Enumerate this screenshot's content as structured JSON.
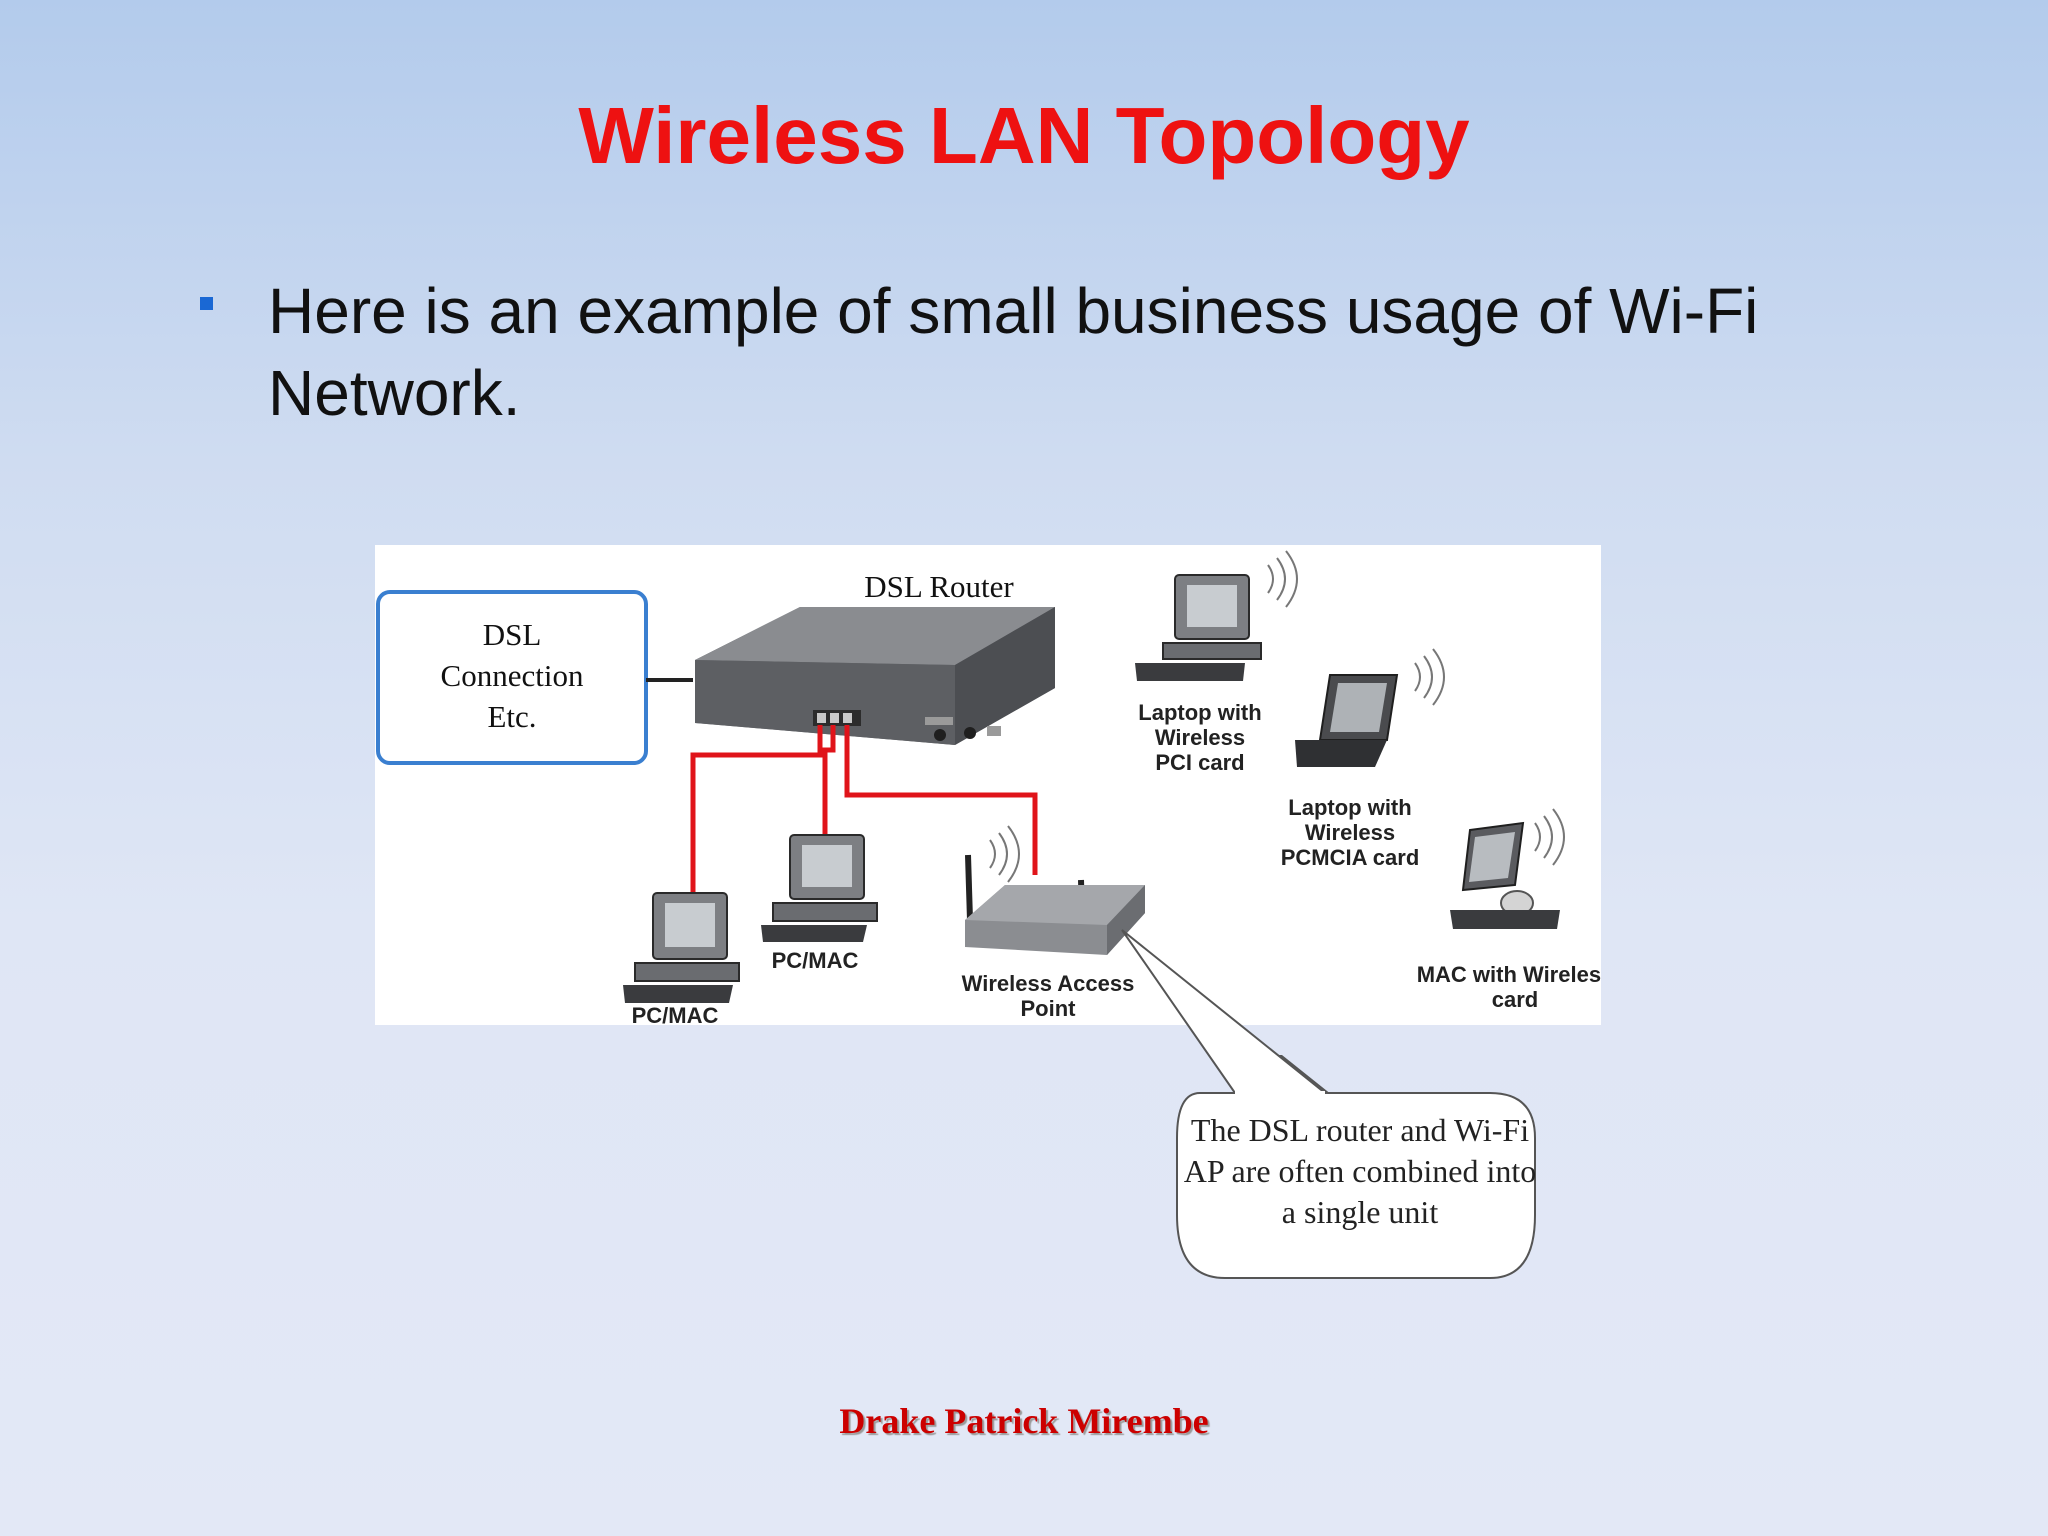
{
  "slide": {
    "title": "Wireless LAN Topology",
    "bullet": "Here is an example of small business usage of Wi-Fi Network.",
    "author": "Drake Patrick Mirembe"
  },
  "diagram": {
    "router_label": "DSL Router",
    "dsl_box": {
      "line1": "DSL",
      "line2": "Connection",
      "line3": "Etc."
    },
    "pc1": {
      "line1": "PC/MAC"
    },
    "pc2": {
      "line1": "PC/MAC"
    },
    "access_point": {
      "line1": "Wireless Access",
      "line2": "Point"
    },
    "laptop_pci": {
      "line1": "Laptop with",
      "line2": "Wireless",
      "line3": "PCI card"
    },
    "laptop_pcmcia": {
      "line1": "Laptop with",
      "line2": "Wireless",
      "line3": "PCMCIA card"
    },
    "mac_wireless": {
      "line1": "MAC with Wireless",
      "line2": "card"
    },
    "callout": "The DSL router and Wi-Fi AP are often combined into a single unit"
  },
  "colors": {
    "title": "#ee1111",
    "bullet_marker": "#1a68d4",
    "cable": "#e0141a",
    "dsl_box_border": "#3a7fd0",
    "author": "#cc0000"
  }
}
